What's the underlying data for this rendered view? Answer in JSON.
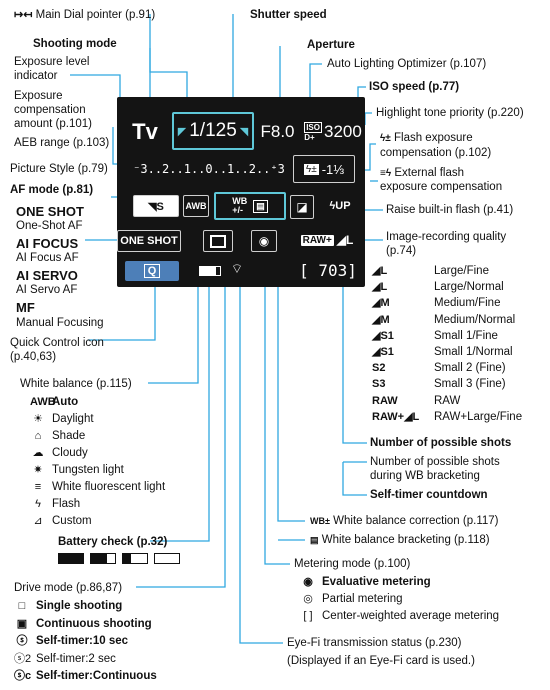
{
  "top": {
    "main_dial": "Main Dial pointer (p.91)",
    "shutter": "Shutter speed",
    "shooting_mode": "Shooting mode",
    "aperture": "Aperture",
    "alo": "Auto Lighting Optimizer (p.107)",
    "iso": "ISO speed (p.77)",
    "htp": "Highlight tone priority (p.220)"
  },
  "left": {
    "exp_level_1": "Exposure level",
    "exp_level_2": "indicator",
    "exp_comp_1": "Exposure",
    "exp_comp_2": "compensation",
    "exp_comp_3": "amount (p.101)",
    "aeb": "AEB range (p.103)",
    "picture_style": "Picture Style (p.79)",
    "af_mode": "AF mode (p.81)",
    "af_items": [
      {
        "code": "ONE SHOT",
        "name": "One-Shot AF"
      },
      {
        "code": "AI FOCUS",
        "name": "AI Focus AF"
      },
      {
        "code": "AI SERVO",
        "name": "AI Servo AF"
      },
      {
        "code": "MF",
        "name": "Manual Focusing"
      }
    ],
    "quick_control_1": "Quick Control icon",
    "quick_control_2": "(p.40,63)"
  },
  "right": {
    "flash_comp_1": "Flash exposure",
    "flash_comp_2": "compensation (p.102)",
    "ext_flash_1": "External flash",
    "ext_flash_2": "exposure compensation",
    "raise_flash": "Raise built-in flash (p.41)",
    "irq_1": "Image-recording quality",
    "irq_2": "(p.74)",
    "quality": [
      {
        "sym": "◢L",
        "name": "Large/Fine"
      },
      {
        "sym": "◢L",
        "name": "Large/Normal"
      },
      {
        "sym": "◢M",
        "name": "Medium/Fine"
      },
      {
        "sym": "◢M",
        "name": "Medium/Normal"
      },
      {
        "sym": "◢S1",
        "name": "Small 1/Fine"
      },
      {
        "sym": "◢S1",
        "name": "Small 1/Normal"
      },
      {
        "sym": "S2",
        "name": "Small 2 (Fine)"
      },
      {
        "sym": "S3",
        "name": "Small 3 (Fine)"
      },
      {
        "sym": "RAW",
        "name": "RAW"
      },
      {
        "sym": "RAW+◢L",
        "name": "RAW+Large/Fine"
      }
    ],
    "shots": "Number of possible shots",
    "shots_wb_1": "Number of possible shots",
    "shots_wb_2": "during WB bracketing",
    "self_timer": "Self-timer countdown"
  },
  "wb": {
    "title": "White balance (p.115)",
    "items": [
      {
        "icon": "AWB",
        "name": "Auto",
        "bold": true
      },
      {
        "icon": "☀",
        "name": "Daylight"
      },
      {
        "icon": "⌂",
        "name": "Shade"
      },
      {
        "icon": "☁",
        "name": "Cloudy"
      },
      {
        "icon": "✷",
        "name": "Tungsten light"
      },
      {
        "icon": "≡",
        "name": "White fluorescent light"
      },
      {
        "icon": "ϟ",
        "name": "Flash"
      },
      {
        "icon": "⊿",
        "name": "Custom"
      }
    ]
  },
  "battery": {
    "title": "Battery check (p.32)"
  },
  "wbcorr": "White balance correction (p.117)",
  "wbbkt": "White balance bracketing (p.118)",
  "metering": {
    "title": "Metering mode (p.100)",
    "items": [
      {
        "icon": "◉",
        "name": "Evaluative metering",
        "bold": true
      },
      {
        "icon": "◎",
        "name": "Partial metering"
      },
      {
        "icon": "[ ]",
        "name": "Center-weighted average metering"
      }
    ]
  },
  "drive": {
    "title": "Drive mode (p.86,87)",
    "items": [
      {
        "icon": "□",
        "name": "Single shooting",
        "bold": true
      },
      {
        "icon": "▣",
        "name": "Continuous shooting",
        "bold": true
      },
      {
        "icon": "ⓢ",
        "name": "Self-timer:10 sec",
        "bold": true
      },
      {
        "icon": "ⓢ2",
        "name": "Self-timer:2 sec"
      },
      {
        "icon": "ⓢc",
        "name": "Self-timer:Continuous",
        "bold": true
      }
    ]
  },
  "eyefi": {
    "title": "Eye-Fi transmission status (p.230)",
    "note": "(Displayed if an Eye-Fi card is used.)"
  },
  "screen": {
    "mode": "Tv",
    "shutter": "1/125",
    "aperture": "F8.0",
    "iso_label": "ISO",
    "iso_sub": "D+",
    "iso": "3200",
    "scale": "⁻3..2..1..0..1..2..⁺3",
    "flash_comp": "-1⅓",
    "af": "ONE SHOT",
    "awb": "AWB",
    "wb_shift": "+/-",
    "raw": "RAW+",
    "qual_l": "◢L",
    "flash_up": "ϟUP",
    "q": "Q",
    "shots": "[ 703]"
  }
}
